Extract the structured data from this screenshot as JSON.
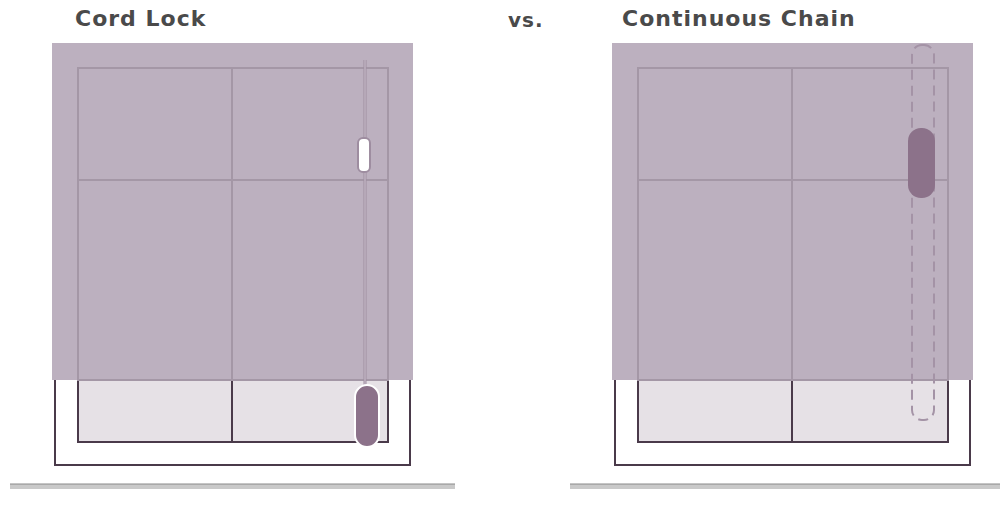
{
  "diagram": {
    "labels": [
      "Cord Lock",
      "vs.",
      "Continuous Chain"
    ]
  }
}
